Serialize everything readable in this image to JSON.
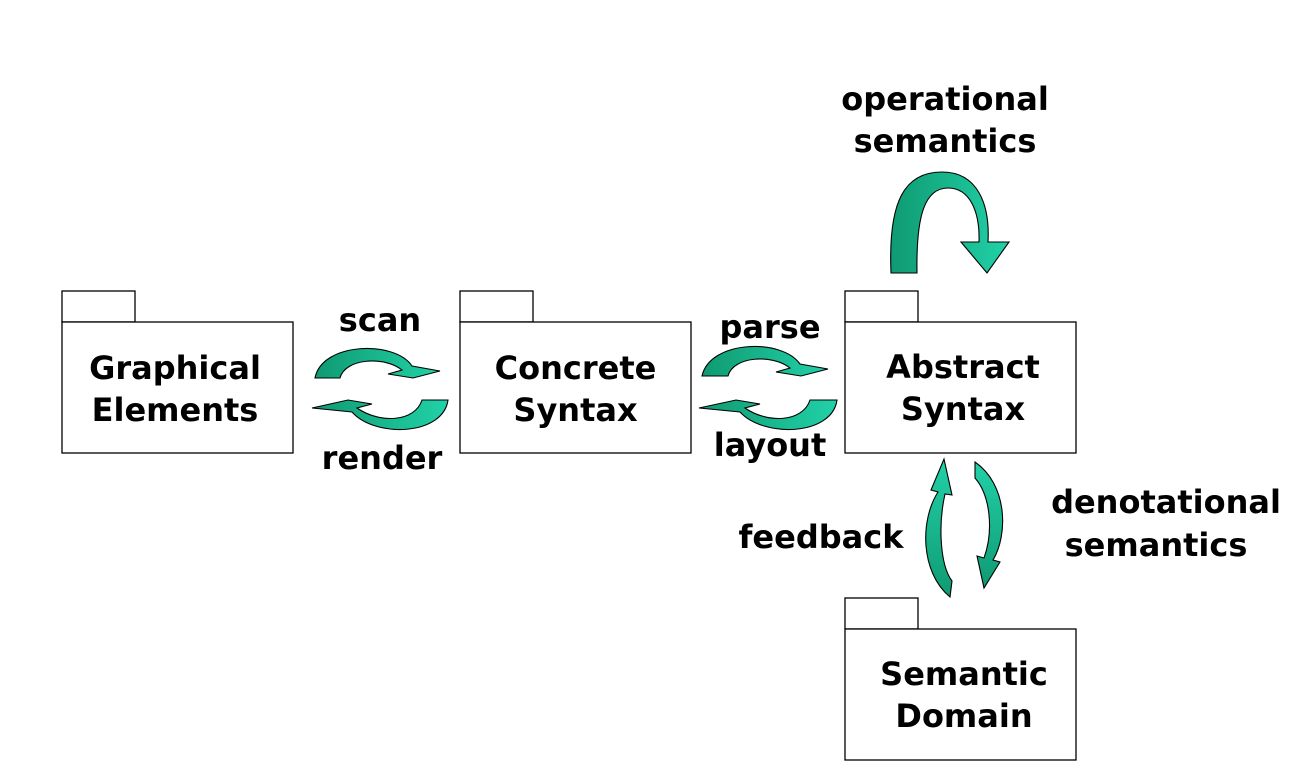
{
  "colors": {
    "arrow_light": "#1dc7a0",
    "arrow_dark": "#0f9a72",
    "outline": "#000000",
    "box_fill": "#ffffff"
  },
  "packages": [
    {
      "id": "graphical",
      "line1": "Graphical",
      "line2": "Elements"
    },
    {
      "id": "concrete",
      "line1": "Concrete",
      "line2": "Syntax"
    },
    {
      "id": "abstract",
      "line1": "Abstract",
      "line2": "Syntax"
    },
    {
      "id": "semantic",
      "line1": "Semantic",
      "line2": "Domain"
    }
  ],
  "labels": {
    "scan": "scan",
    "render": "render",
    "parse": "parse",
    "layout": "layout",
    "operational_1": "operational",
    "operational_2": "semantics",
    "denotational_1": "denotational",
    "denotational_2": "semantics",
    "feedback": "feedback"
  },
  "arrow_icons": [
    "curved-arrow-icon"
  ]
}
